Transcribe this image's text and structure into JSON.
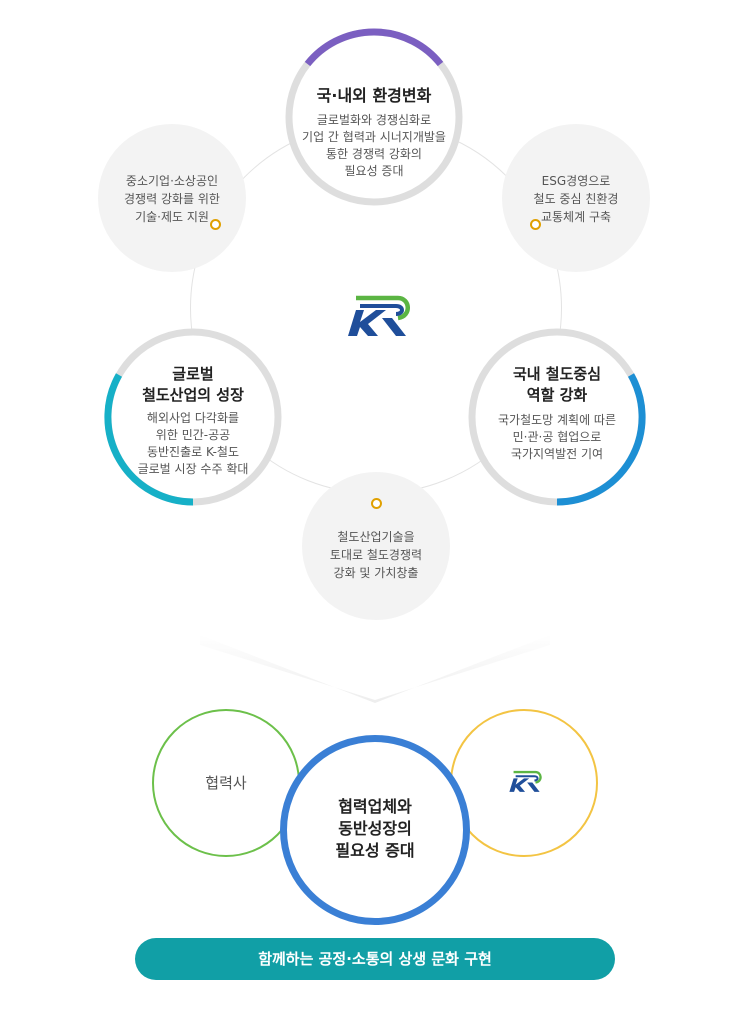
{
  "top": {
    "title": "국·내외 환경변화",
    "desc": "글로벌화와 경쟁심화로\n기업 간 협력과 시너지개발을\n통한 경쟁력 강화의\n필요성 증대",
    "arc_color": "#7b5fc1"
  },
  "left": {
    "title": "글로벌\n철도산업의 성장",
    "desc": "해외사업 다각화를\n위한 민간-공공\n동반진출로 K-철도\n글로벌 시장 수주 확대",
    "arc_color": "#16b0c7"
  },
  "right": {
    "title": "국내 철도중심\n역할 강화",
    "desc": "국가철도망 계획에 따른\n민·관·공 협업으로\n국가지역발전 기여",
    "arc_color": "#1d8fd4"
  },
  "grey": {
    "top_left": "중소기업·소상공인\n경쟁력 강화를 위한\n기술·제도 지원",
    "top_right": "ESG경영으로\n철도 중심 친환경\n교통체계 구축",
    "bottom": "철도산업기술을\n토대로 철도경쟁력\n강화 및 가치창출"
  },
  "bottom": {
    "left_label": "협력사",
    "center_label": "협력업체와\n동반성장의\n필요성 증대",
    "left_color": "#6cc04a",
    "center_color": "#3a7fd5",
    "right_color": "#f3c443"
  },
  "banner": "함께하는 공정·소통의 상생 문화 구현",
  "colors": {
    "logo_blue": "#1f4e9a",
    "logo_green": "#5bb543",
    "banner": "#119fa6"
  }
}
